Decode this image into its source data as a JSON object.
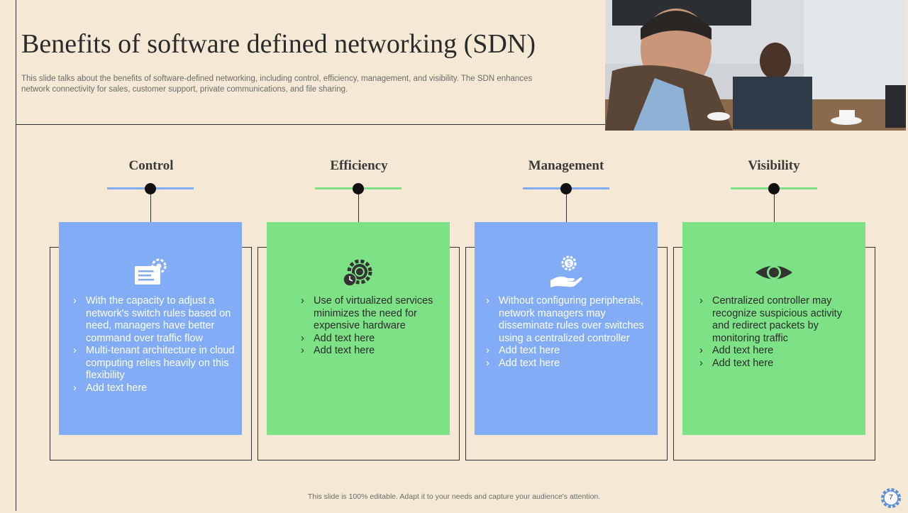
{
  "header": {
    "title": "Benefits of software defined networking (SDN)",
    "subtitle": "This slide talks about the benefits of software-defined networking, including control, efficiency, management, and visibility. The SDN enhances network connectivity for sales, customer support, private communications, and file sharing."
  },
  "columns": [
    {
      "title": "Control",
      "icon": "settings-list-icon",
      "bullets": [
        "With the capacity to adjust a network's switch rules based on need, managers have better command over traffic flow",
        "Multi-tenant architecture in cloud computing relies heavily on this flexibility",
        "Add text here"
      ]
    },
    {
      "title": "Efficiency",
      "icon": "gear-clock-icon",
      "bullets": [
        "Use of virtualized services minimizes the need for expensive hardware",
        "Add text here",
        "Add text here"
      ]
    },
    {
      "title": "Management",
      "icon": "hand-gear-dollar-icon",
      "bullets": [
        "Without configuring peripherals, network managers may disseminate rules over switches using a centralized controller",
        "Add text here",
        "Add text here"
      ]
    },
    {
      "title": "Visibility",
      "icon": "eye-icon",
      "bullets": [
        "Centralized controller may recognize suspicious activity and redirect packets by monitoring traffic",
        "Add text here",
        "Add text here"
      ]
    }
  ],
  "colors": {
    "background": "#f5e9d6",
    "blue": "#82adf6",
    "green": "#7de286"
  },
  "footer": {
    "note": "This slide is 100% editable.  Adapt it to your needs and capture your audience's attention.",
    "page_number": "7"
  }
}
